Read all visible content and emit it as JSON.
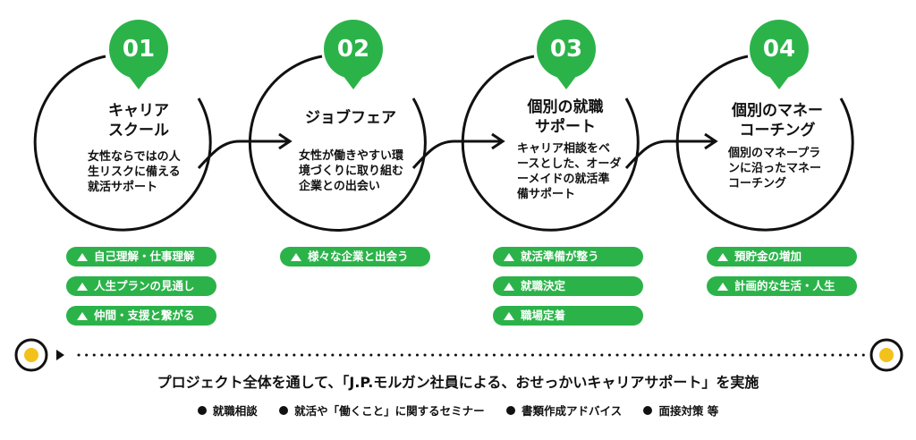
{
  "colors": {
    "green": "#2bb34a",
    "yellow": "#f3c21a",
    "ink": "#111111"
  },
  "steps": [
    {
      "num": "01",
      "title": "キャリア\nスクール",
      "desc": "女性ならではの人\n生リスクに備える\n就活サポート",
      "badges": [
        "自己理解・仕事理解",
        "人生プランの見通し",
        "仲間・支援と繋がる"
      ]
    },
    {
      "num": "02",
      "title": "ジョブフェア",
      "desc": "女性が働きやすい環\n境づくりに取り組む\n企業との出会い",
      "badges": [
        "様々な企業と出会う"
      ]
    },
    {
      "num": "03",
      "title": "個別の就職\nサポート",
      "desc": "キャリア相談をベ\nースとした、オーダ\nーメイドの就活準\n備サポート",
      "badges": [
        "就活準備が整う",
        "就職決定",
        "職場定着"
      ]
    },
    {
      "num": "04",
      "title": "個別のマネー\nコーチング",
      "desc": "個別のマネープラ\nンに沿ったマネー\nコーチング",
      "badges": [
        "預貯金の増加",
        "計画的な生活・人生"
      ]
    }
  ],
  "summary": "プロジェクト全体を通して、「J.P.モルガン社員による、おせっかいキャリアサポート」を実施",
  "services": [
    "就職相談",
    "就活や「働くこと」に関するセミナー",
    "書類作成アドバイス",
    "面接対策 等"
  ]
}
